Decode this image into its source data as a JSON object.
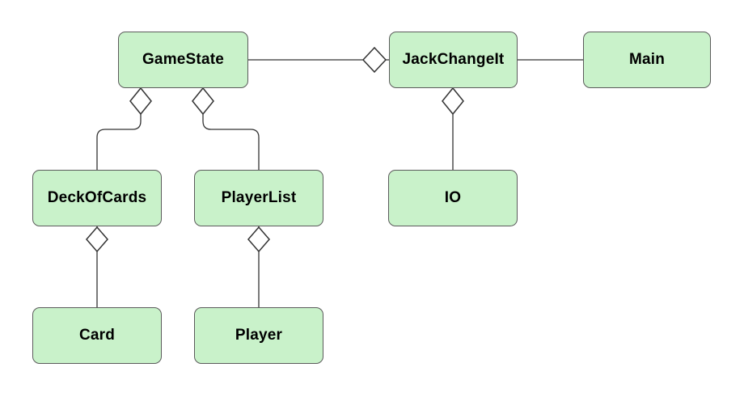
{
  "diagram": {
    "type": "uml-class-aggregation-diagram",
    "background_color": "#ffffff",
    "node_fill_color": "#c9f2ca",
    "node_border_color": "#5b5b5b",
    "connector_color": "#333333",
    "diamond_fill_color": "#ffffff",
    "nodes": {
      "gamestate": {
        "label": "GameState"
      },
      "jackchangeit": {
        "label": "JackChangeIt"
      },
      "main": {
        "label": "Main"
      },
      "deckofcards": {
        "label": "DeckOfCards"
      },
      "playerlist": {
        "label": "PlayerList"
      },
      "io": {
        "label": "IO"
      },
      "card": {
        "label": "Card"
      },
      "player": {
        "label": "Player"
      }
    },
    "edges": [
      {
        "from": "GameState",
        "to": "JackChangeIt",
        "type": "aggregation",
        "diamond_at": "JackChangeIt"
      },
      {
        "from": "JackChangeIt",
        "to": "Main",
        "type": "association"
      },
      {
        "from": "JackChangeIt",
        "to": "IO",
        "type": "aggregation",
        "diamond_at": "JackChangeIt"
      },
      {
        "from": "GameState",
        "to": "DeckOfCards",
        "type": "aggregation",
        "diamond_at": "GameState"
      },
      {
        "from": "GameState",
        "to": "PlayerList",
        "type": "aggregation",
        "diamond_at": "GameState"
      },
      {
        "from": "DeckOfCards",
        "to": "Card",
        "type": "aggregation",
        "diamond_at": "DeckOfCards"
      },
      {
        "from": "PlayerList",
        "to": "Player",
        "type": "aggregation",
        "diamond_at": "PlayerList"
      }
    ]
  }
}
